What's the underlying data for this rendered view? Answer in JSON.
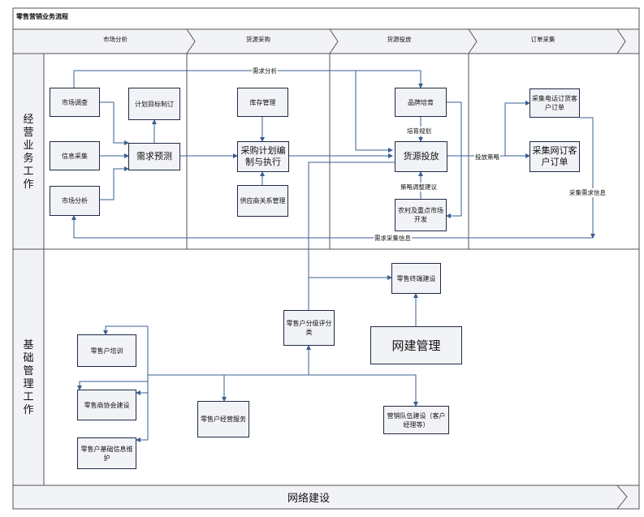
{
  "diagram": {
    "title": "零售营销业务流程",
    "stages": [
      "市场分析",
      "货源采购",
      "货源投放",
      "订单采集"
    ],
    "lanes": [
      "经营业务工作",
      "基础管理工作"
    ],
    "footer": "网络建设",
    "boxes": {
      "market_research": "市场调查",
      "info_collection": "信息采集",
      "market_analysis": "市场分析",
      "plan_target": "计划目标制订",
      "demand_forecast": "需求预测",
      "inventory_mgmt": "库存管理",
      "purchase_plan": "采购计划编制与执行",
      "supplier_mgmt": "供应商关系管理",
      "brand_cultivation": "品牌培育",
      "supply_release": "货源投放",
      "rural_dev": "农村及重点市场开发",
      "phone_order": "采集电话订货客户订单",
      "online_order": "采集网订客户订单",
      "retailer_training": "零售户培训",
      "retailer_assoc": "零售商协会建设",
      "retailer_info": "零售户基础信息维护",
      "retailer_service": "零售户经营服务",
      "retailer_rating": "零售户分级评分类",
      "retail_terminal": "零售终端建设",
      "network_mgmt": "网建管理",
      "sales_team": "营销队伍建设（客户经理等）"
    },
    "edge_labels": {
      "demand_analysis": "需求分析",
      "cultivation_plan": "培育规划",
      "release_strategy": "投放策略",
      "market_suggestion": "策略调整建议",
      "demand_collection": "采集需求信息",
      "demand_info": "需求采集信息"
    }
  }
}
